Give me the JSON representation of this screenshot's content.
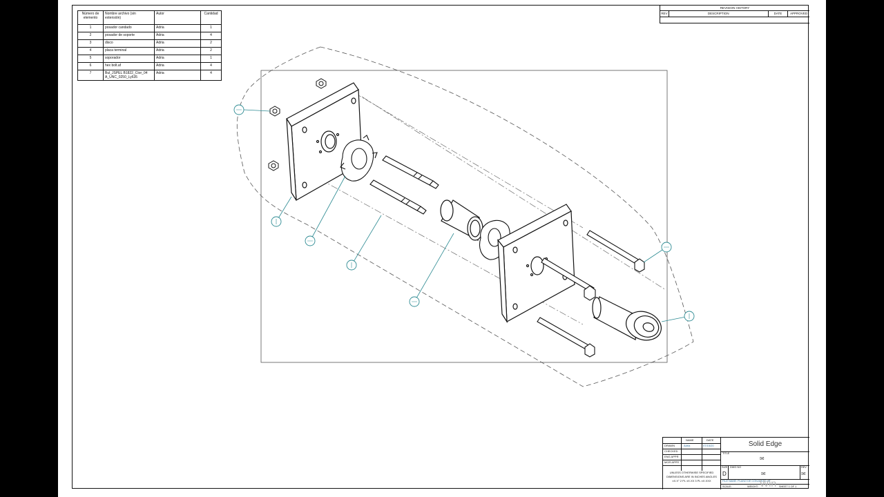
{
  "parts_list": {
    "headers": [
      "Número de elemento",
      "Nombre archivo (sin extensión)",
      "Autor",
      "Cantidad"
    ],
    "rows": [
      [
        "1",
        "posador candado",
        "Adria",
        "1"
      ],
      [
        "2",
        "posador de soporte",
        "Adria",
        "4"
      ],
      [
        "3",
        "disco",
        "Adria",
        "2"
      ],
      [
        "4",
        "placa terminal",
        "Adria",
        "2"
      ],
      [
        "5",
        "soporador",
        "Adria",
        "1"
      ],
      [
        "6",
        "hex bolt.af",
        "Adria",
        "4"
      ],
      [
        "7",
        "Bul_JSPEL B1822_Ctor_04 A_UNC_0250_Ly635",
        "Adria",
        "4"
      ]
    ]
  },
  "revision_block": {
    "title": "REVISION HISTORY",
    "columns": [
      "REV",
      "DESCRIPTION",
      "DATE",
      "APPROVED"
    ]
  },
  "title_block": {
    "header_name": "NAME",
    "header_date": "DATE",
    "rows": [
      {
        "label": "DRAWN",
        "name": "Adria",
        "date": "07/15/20"
      },
      {
        "label": "CHECKED",
        "name": "",
        "date": ""
      },
      {
        "label": "ENG APPR",
        "name": "",
        "date": ""
      },
      {
        "label": "MGR APPR",
        "name": "",
        "date": ""
      }
    ],
    "note": "UNLESS OTHERWISE SPECIFIED DIMENSIONS ARE IN INCHES ANGLES ±X.X° 2 PL ±X.XX 3 PL ±X.XXX",
    "company": "Solid Edge",
    "title_label": "TITLE",
    "size_label": "SIZE",
    "size_value": "D",
    "dwg_label": "DWG NO",
    "rev_label": "REV",
    "file_name": "FILE NAME: PLANO DE CONJUNTO.dft",
    "scale_label": "SCALE:",
    "weight_label": "WEIGHT:",
    "sheet_label": "SHEET 1 OF 1"
  },
  "watermark": "Win"
}
